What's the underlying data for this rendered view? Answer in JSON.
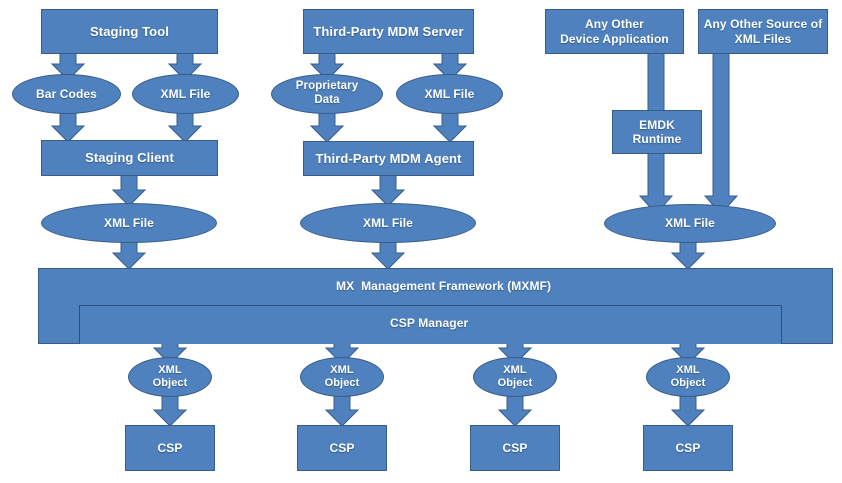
{
  "diagram": {
    "title": "MX Management Framework (MXMF) XML processing architecture",
    "colors": {
      "shape_fill": "#4E81BD",
      "shape_border": "#385D8A",
      "arrow_fill": "#4E81BD",
      "arrow_border": "#385D8A",
      "text": "#FFFFFF",
      "background": "#FFFFFF"
    },
    "columns": [
      {
        "name": "staging",
        "source": "Staging Tool"
      },
      {
        "name": "third-party-mdm",
        "source": "Third-Party MDM Server"
      },
      {
        "name": "device-application",
        "source": "Any Other Device Application"
      },
      {
        "name": "other-xml-source",
        "source": "Any Other Source of XML Files"
      }
    ],
    "nodes": {
      "staging_tool": "Staging Tool",
      "bar_codes": "Bar Codes",
      "staging_xml_file": "XML File",
      "staging_client": "Staging Client",
      "staging_xml_file_out": "XML File",
      "mdm_server": "Third-Party MDM Server",
      "proprietary_data": "Proprietary\nData",
      "mdm_xml_file": "XML File",
      "mdm_agent": "Third-Party MDM Agent",
      "mdm_xml_file_out": "XML File",
      "device_application": "Any Other\nDevice Application",
      "other_xml_source": "Any Other Source of\nXML Files",
      "emdk_runtime": "EMDK\nRuntime",
      "device_xml_file": "XML File",
      "mxmf_band": "MX  Management Framework (MXMF)",
      "csp_manager_band": "CSP Manager",
      "xml_objects": [
        "XML\nObject",
        "XML\nObject",
        "XML\nObject",
        "XML\nObject"
      ],
      "csps": [
        "CSP",
        "CSP",
        "CSP",
        "CSP"
      ]
    }
  }
}
